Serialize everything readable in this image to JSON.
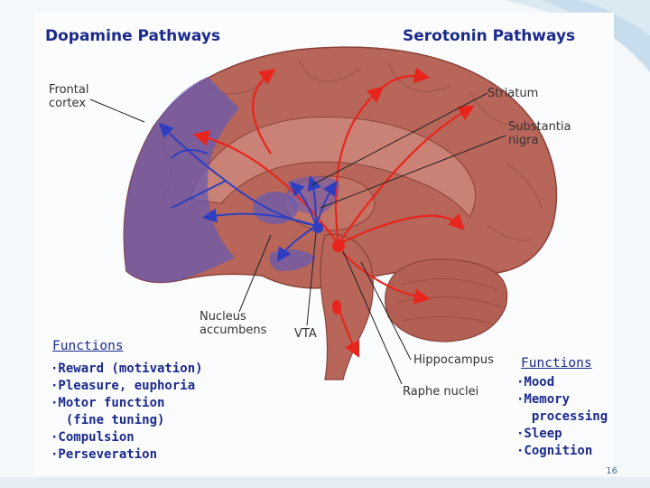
{
  "titles": {
    "dopamine": "Dopamine Pathways",
    "serotonin": "Serotonin Pathways"
  },
  "labels": {
    "frontal_cortex": "Frontal\ncortex",
    "striatum": "Striatum",
    "substantia_nigra": "Substantia\nnigra",
    "nucleus_accumbens": "Nucleus\naccumbens",
    "vta": "VTA",
    "hippocampus": "Hippocampus",
    "raphe_nuclei": "Raphe nuclei"
  },
  "dopamine_functions": {
    "heading": "Functions",
    "items": [
      "·Reward (motivation)",
      "·Pleasure, euphoria",
      "·Motor function",
      "  (fine tuning)",
      "·Compulsion",
      "·Perseveration"
    ]
  },
  "serotonin_functions": {
    "heading": "Functions",
    "items": [
      "·Mood",
      "·Memory",
      "  processing",
      "·Sleep",
      "·Cognition"
    ]
  },
  "page_number": "16",
  "colors": {
    "brain": "#b8665a",
    "dopamine": "#2d3fc0",
    "serotonin": "#e8251c",
    "text_blue": "#1b2a8c"
  }
}
